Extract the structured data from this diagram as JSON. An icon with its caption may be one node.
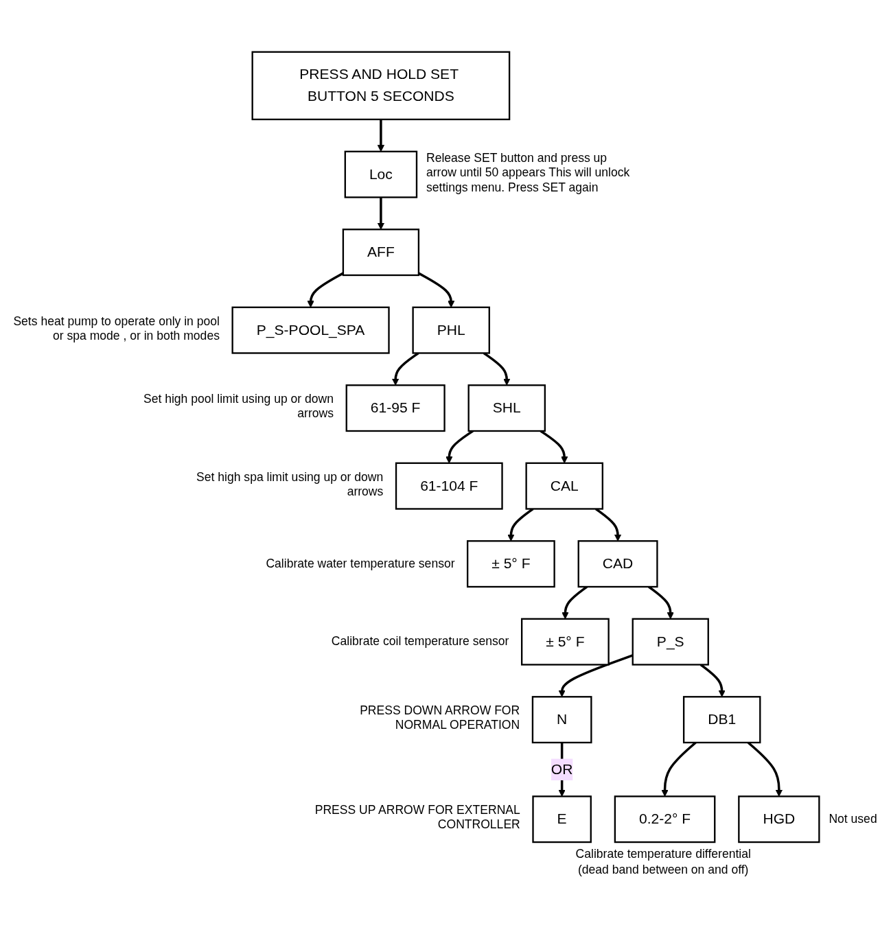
{
  "diagram": {
    "nodes": [
      {
        "text": [
          "PRESS AND HOLD SET BUTTON 5 SECONDS"
        ]
      },
      {
        "text": [
          "Loc"
        ],
        "beside": [
          "Release SET button and press up arrow until 50 appears This will unlock settings menu. Press SET again"
        ]
      },
      {
        "text": [
          "AFF"
        ]
      },
      {
        "text": [
          "P_S-POOL_SPA"
        ],
        "beside": [
          "Sets heat pump to operate only in pool or spa mode , or in both modes"
        ]
      },
      {
        "text": [
          "PHL"
        ]
      },
      {
        "text": [
          "61-95 F"
        ],
        "beside": [
          "Set high pool limit using up or down arrows"
        ]
      },
      {
        "text": [
          "SHL"
        ]
      },
      {
        "text": [
          "61-104 F"
        ],
        "beside": [
          "Set high spa limit using up or down arrows"
        ]
      },
      {
        "text": [
          "CAL"
        ]
      },
      {
        "text": [
          "± 5° F"
        ],
        "beside": [
          "Calibrate water temperature sensor"
        ]
      },
      {
        "text": [
          "CAD"
        ]
      },
      {
        "text": [
          "± 5° F"
        ],
        "beside": [
          "Calibrate coil temperature sensor"
        ]
      },
      {
        "text": [
          "P_S"
        ]
      },
      {
        "text": [
          "N"
        ],
        "beside": [
          "PRESS DOWN ARROW FOR NORMAL OPERATION"
        ]
      },
      {
        "text": [
          "E"
        ],
        "beside": [
          "PRESS UP ARROW FOR EXTERNAL CONTROLLER"
        ]
      },
      {
        "text": [
          "DB1"
        ]
      },
      {
        "text": [
          "0.2-2° F"
        ],
        "beside": [
          "Calibrate temperature differential (dead band between on and off)"
        ]
      },
      {
        "text": [
          "HGD"
        ],
        "beside": [
          "Not used"
        ]
      }
    ],
    "edges": [
      {
        "from": 0,
        "to": 1,
        "arrow": "to"
      },
      {
        "from": 1,
        "to": 2,
        "arrow": "to"
      },
      {
        "from": 2,
        "to": 3,
        "arrow": "to"
      },
      {
        "from": 2,
        "to": 4,
        "arrow": "to"
      },
      {
        "from": 4,
        "to": 5,
        "arrow": "to"
      },
      {
        "from": 4,
        "to": 6,
        "arrow": "to"
      },
      {
        "from": 6,
        "to": 7,
        "arrow": "to"
      },
      {
        "from": 6,
        "to": 8,
        "arrow": "to"
      },
      {
        "from": 8,
        "to": 9,
        "arrow": "to"
      },
      {
        "from": 8,
        "to": 10,
        "arrow": "to"
      },
      {
        "from": 10,
        "to": 11,
        "arrow": "to"
      },
      {
        "from": 10,
        "to": 12,
        "arrow": "to"
      },
      {
        "from": 12,
        "to": 13,
        "arrow": "to"
      },
      {
        "from": 13,
        "to": 14,
        "label": "OR",
        "arrow": "to"
      },
      {
        "from": 12,
        "to": 15,
        "arrow": "to"
      },
      {
        "from": 15,
        "to": 16,
        "arrow": "to"
      },
      {
        "from": 15,
        "to": 17,
        "arrow": "to"
      }
    ]
  }
}
